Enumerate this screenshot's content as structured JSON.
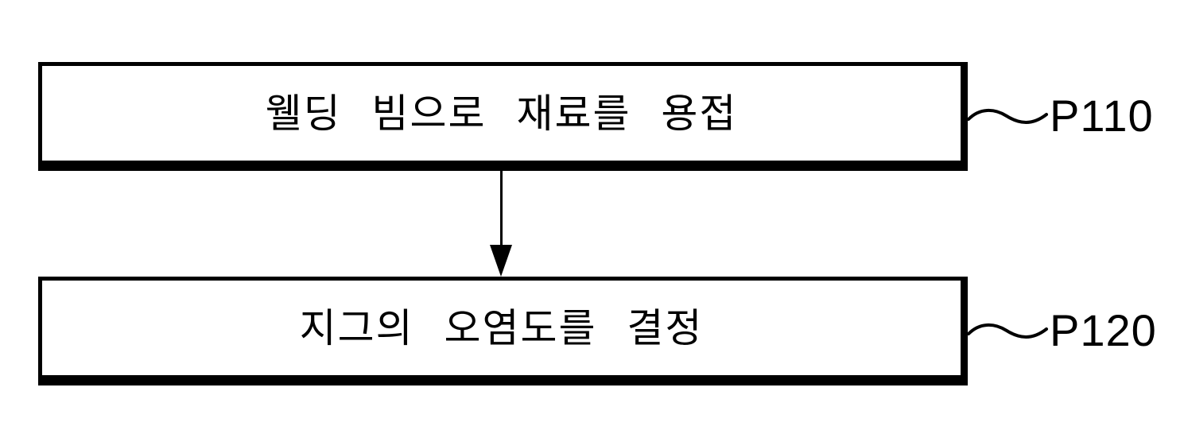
{
  "diagram": {
    "type": "flowchart",
    "title": "",
    "background_color": "#ffffff",
    "line_color": "#000000",
    "steps": [
      {
        "ref": "P110",
        "label": "웰딩 빔으로 재료를 용접"
      },
      {
        "ref": "P120",
        "label": "지그의 오염도를 결정"
      }
    ],
    "connectors": [
      {
        "type": "arrow-down",
        "from": "P110",
        "to": "P120"
      }
    ]
  }
}
